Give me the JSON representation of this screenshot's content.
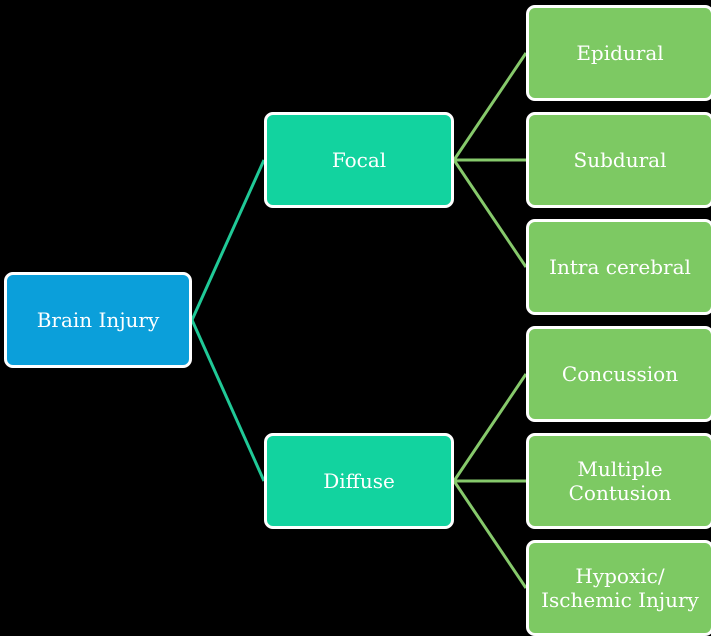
{
  "diagram": {
    "root": {
      "label": "Brain Injury",
      "color": "#0b9fda"
    },
    "branches": [
      {
        "label": "Focal",
        "color": "#12d39f",
        "children": [
          "Epidural",
          "Subdural",
          "Intra cerebral"
        ]
      },
      {
        "label": "Diffuse",
        "color": "#12d39f",
        "children": [
          "Concussion",
          "Multiple\nContusion",
          "Hypoxic/\nIschemic Injury"
        ]
      }
    ],
    "leaf_color": "#7dc963",
    "connector_colors": {
      "root_to_branch": "#20c997",
      "branch_to_leaf": "#86c96b"
    }
  }
}
